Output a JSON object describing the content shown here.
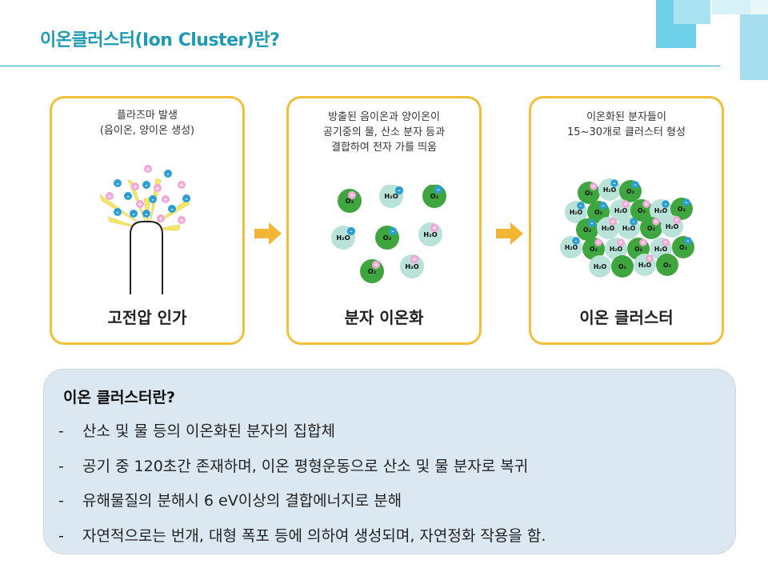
{
  "page": {
    "title": "이온클러스터(Ion Cluster)란?"
  },
  "panels": [
    {
      "caption_lines": [
        "플라즈마 발생",
        "(음이온, 양이온 생성)"
      ],
      "label": "고전압 인가"
    },
    {
      "caption_lines": [
        "방출된 음이온과 양이온이",
        "공기중의 물, 산소 분자 등과",
        "결합하여 전자 가를 띄움"
      ],
      "label": "분자 이온화"
    },
    {
      "caption_lines": [
        "이온화된 분자들이",
        "15~30개로 클러스터 형성"
      ],
      "label": "이온 클러스터"
    }
  ],
  "molecules": {
    "oxygen": "O₂",
    "water": "H₂O",
    "neg": "-",
    "pos": "+"
  },
  "info": {
    "title": "이온 클러스터란?",
    "bullet": "-",
    "items": [
      "산소 및 물 등의 이온화된 분자의 집합체",
      "공기 중 120초간 존재하며, 이온 평형운동으로 산소 및 물 분자로 복귀",
      "유해물질의 분해시 6 eV이상의 결합에너지로 분해",
      "자연적으로는 번개, 대형 폭포 등에 의하여 생성되며, 자연정화 작용을 함."
    ]
  },
  "colors": {
    "title": "#1d9bb3",
    "panel_border": "#f2bf3a",
    "arrow": "#f2b534",
    "oxygen": "#3fa63f",
    "water": "#b9e2d8",
    "neg_ion": "#2b9fd4",
    "pos_ion": "#f3a6d6",
    "info_bg": "#dce8f1"
  }
}
